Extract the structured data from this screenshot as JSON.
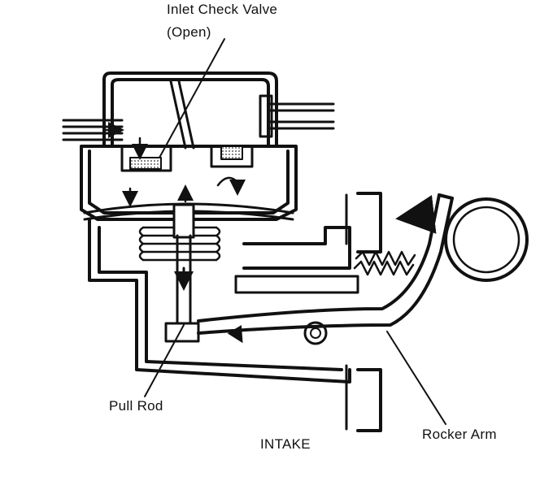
{
  "labels": {
    "inlet_check_valve": "Inlet Check Valve",
    "open_state": "(Open)",
    "pull_rod": "Pull Rod",
    "intake": "INTAKE",
    "rocker_arm": "Rocker Arm"
  },
  "colors": {
    "ink": "#111111",
    "paper": "#ffffff",
    "shade": "#555555"
  }
}
